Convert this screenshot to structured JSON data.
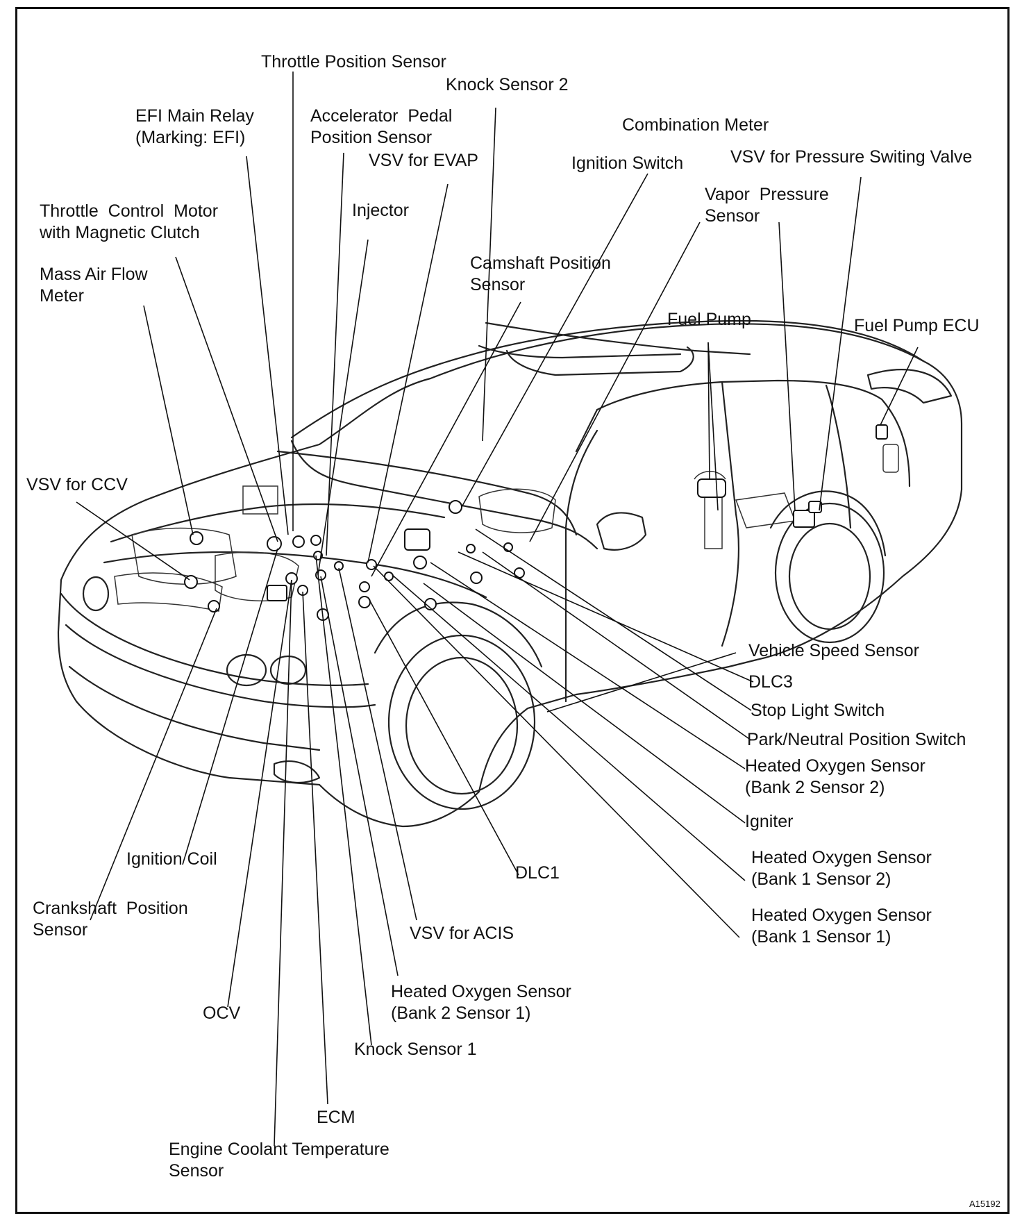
{
  "figure_code": "A15192",
  "labels": {
    "throttle_position_sensor": "Throttle Position Sensor",
    "knock_sensor_2": "Knock Sensor 2",
    "efi_main_relay": "EFI Main Relay\n(Marking: EFI)",
    "accelerator_pedal_position_sensor": "Accelerator  Pedal\nPosition Sensor",
    "vsv_for_evap": "VSV for EVAP",
    "combination_meter": "Combination Meter",
    "ignition_switch": "Ignition Switch",
    "vsv_for_pressure_switing_valve": "VSV for Pressure Switing Valve",
    "throttle_control_motor": "Throttle  Control  Motor\nwith Magnetic Clutch",
    "injector": "Injector",
    "vapor_pressure_sensor": "Vapor  Pressure\nSensor",
    "camshaft_position_sensor": "Camshaft Position\nSensor",
    "mass_air_flow_meter": "Mass Air Flow\nMeter",
    "fuel_pump": "Fuel Pump",
    "fuel_pump_ecu": "Fuel Pump ECU",
    "vsv_for_ccv": "VSV for CCV",
    "vehicle_speed_sensor": "Vehicle Speed Sensor",
    "dlc3": "DLC3",
    "stop_light_switch": "Stop Light Switch",
    "park_neutral_position_switch": "Park/Neutral Position Switch",
    "ho2s_b2s2": "Heated Oxygen Sensor\n(Bank 2 Sensor 2)",
    "igniter": "Igniter",
    "ho2s_b1s2": "Heated Oxygen Sensor\n(Bank 1 Sensor 2)",
    "ho2s_b1s1": "Heated Oxygen Sensor\n(Bank 1 Sensor 1)",
    "ignition_coil": "Ignition Coil",
    "dlc1": "DLC1",
    "crankshaft_position_sensor": "Crankshaft  Position\nSensor",
    "vsv_for_acis": "VSV for ACIS",
    "ho2s_b2s1": "Heated Oxygen Sensor\n(Bank 2 Sensor 1)",
    "ocv": "OCV",
    "knock_sensor_1": "Knock Sensor 1",
    "ecm": "ECM",
    "engine_coolant_temperature_sensor": "Engine Coolant Temperature\nSensor"
  }
}
